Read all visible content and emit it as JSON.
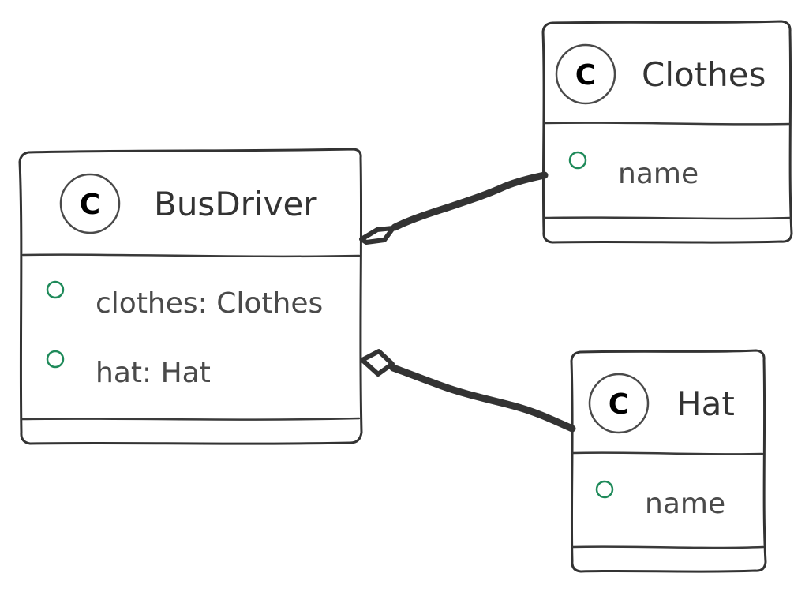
{
  "diagram": {
    "colors": {
      "stroke": "#333333",
      "text": "#4a4a4a",
      "public_marker": "#1f8a5a",
      "background": "#ffffff"
    },
    "classes": [
      {
        "id": "busdriver",
        "stereotype_letter": "C",
        "name": "BusDriver",
        "attributes": [
          {
            "visibility": "public",
            "text": "clothes: Clothes"
          },
          {
            "visibility": "public",
            "text": "hat: Hat"
          }
        ]
      },
      {
        "id": "clothes",
        "stereotype_letter": "C",
        "name": "Clothes",
        "attributes": [
          {
            "visibility": "public",
            "text": "name"
          }
        ]
      },
      {
        "id": "hat",
        "stereotype_letter": "C",
        "name": "Hat",
        "attributes": [
          {
            "visibility": "public",
            "text": "name"
          }
        ]
      }
    ],
    "relations": [
      {
        "type": "aggregation",
        "whole": "BusDriver",
        "part": "Clothes"
      },
      {
        "type": "aggregation",
        "whole": "BusDriver",
        "part": "Hat"
      }
    ]
  }
}
